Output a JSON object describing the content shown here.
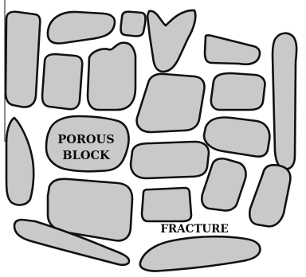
{
  "labels": {
    "porous_block_line1": "POROUS",
    "porous_block_line2": "BLOCK",
    "fracture": "FRACTURE"
  },
  "colors": {
    "block_fill": "#c9c9c9",
    "block_outline": "#111111",
    "fracture_background": "#ffffff",
    "text": "#0a0a0a"
  }
}
